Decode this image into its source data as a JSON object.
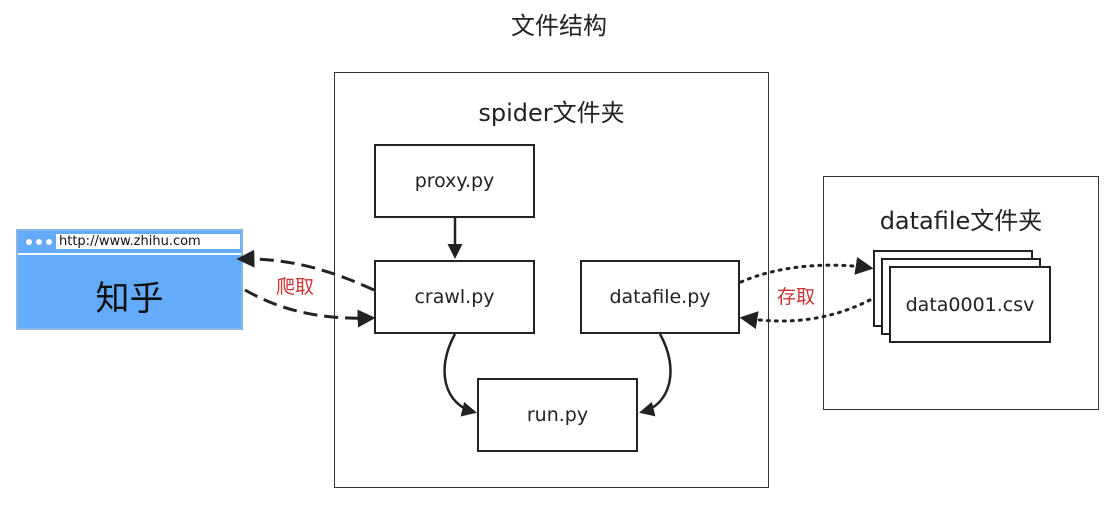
{
  "title": "文件结构",
  "spider_folder": {
    "label": "spider文件夹"
  },
  "datafile_folder": {
    "label": "datafile文件夹"
  },
  "files": {
    "proxy": "proxy.py",
    "crawl": "crawl.py",
    "datafile": "datafile.py",
    "run": "run.py",
    "data_csv": "data0001.csv"
  },
  "browser": {
    "url": "http://www.zhihu.com",
    "site": "知乎"
  },
  "edges": {
    "crawl_label": "爬取",
    "store_label": "存取"
  },
  "colors": {
    "browser_fill": "#64acfb",
    "edge_label": "#cc3333",
    "stroke": "#222222"
  }
}
